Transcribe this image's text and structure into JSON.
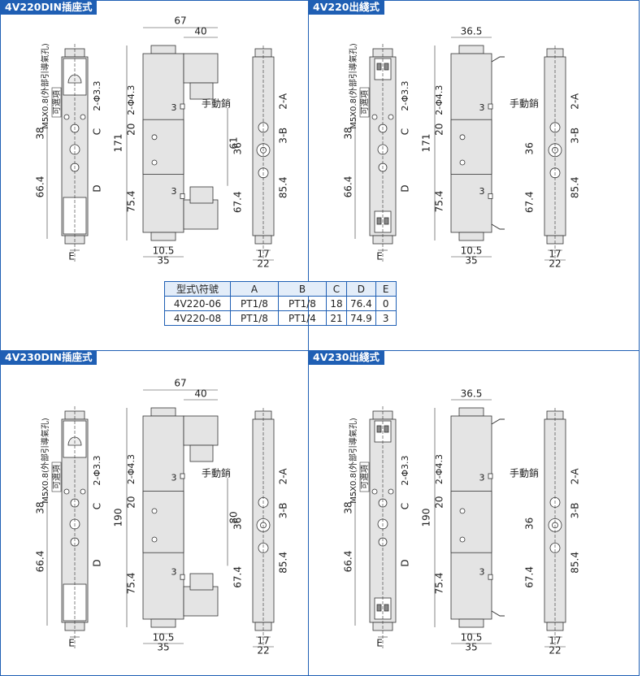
{
  "panels": [
    {
      "title": "4V220DIN插座式",
      "kind": "din",
      "side_note": "M5X0.8(外部引導氣孔)",
      "opt": "可選項",
      "dims": {
        "w": "67",
        "w2": "40",
        "h": "171",
        "mid": "61",
        "p38": "38",
        "p664": "66.4",
        "p754": "75.4",
        "p20": "20",
        "p36": "36",
        "p674": "67.4",
        "p854": "85.4",
        "b105": "10.5",
        "b35": "35",
        "b17": "17",
        "b22": "22",
        "phi43": "2-Φ4.3",
        "phi33": "2-Φ3.3",
        "c": "C",
        "d": "D",
        "e": "E",
        "n3": "3",
        "b2a": "2-A",
        "b3b": "3-B"
      },
      "manual": "手動銷"
    },
    {
      "title": "4V220出綫式",
      "kind": "wire",
      "side_note": "M5X0.8(外部引導氣孔)",
      "opt": "可選項",
      "dims": {
        "w": "36.5",
        "h": "171",
        "p38": "38",
        "p664": "66.4",
        "p754": "75.4",
        "p20": "20",
        "p36": "36",
        "p674": "67.4",
        "p854": "85.4",
        "b105": "10.5",
        "b35": "35",
        "b17": "17",
        "b22": "22",
        "phi43": "2-Φ4.3",
        "phi33": "2-Φ3.3",
        "c": "C",
        "d": "D",
        "e": "E",
        "n3": "3",
        "b2a": "2-A",
        "b3b": "3-B"
      },
      "manual": "手動銷"
    },
    {
      "title": "4V230DIN插座式",
      "kind": "din",
      "side_note": "M5X0.8(外部引導氣孔)",
      "opt": "可選項",
      "dims": {
        "w": "67",
        "w2": "40",
        "h": "190",
        "mid": "80",
        "p38": "38",
        "p664": "66.4",
        "p754": "75.4",
        "p20": "20",
        "p36": "36",
        "p674": "67.4",
        "p854": "85.4",
        "b105": "10.5",
        "b35": "35",
        "b17": "17",
        "b22": "22",
        "phi43": "2-Φ4.3",
        "phi33": "2-Φ3.3",
        "c": "C",
        "d": "D",
        "e": "E",
        "n3": "3",
        "b2a": "2-A",
        "b3b": "3-B"
      },
      "manual": "手動銷"
    },
    {
      "title": "4V230出綫式",
      "kind": "wire",
      "side_note": "M5X0.8(外部引導氣孔)",
      "opt": "可選項",
      "dims": {
        "w": "36.5",
        "h": "190",
        "p38": "38",
        "p664": "66.4",
        "p754": "75.4",
        "p20": "20",
        "p36": "36",
        "p674": "67.4",
        "p854": "85.4",
        "b105": "10.5",
        "b35": "35",
        "b17": "17",
        "b22": "22",
        "phi43": "2-Φ4.3",
        "phi33": "2-Φ3.3",
        "c": "C",
        "d": "D",
        "e": "E",
        "n3": "3",
        "b2a": "2-A",
        "b3b": "3-B"
      },
      "manual": "手動銷"
    }
  ],
  "spec_table": {
    "header": [
      "型式\\符號",
      "A",
      "B",
      "C",
      "D",
      "E"
    ],
    "rows": [
      [
        "4V220-06",
        "PT1/8",
        "PT1/8",
        "18",
        "76.4",
        "0"
      ],
      [
        "4V220-08",
        "PT1/8",
        "PT1/4",
        "21",
        "74.9",
        "3"
      ]
    ]
  },
  "colors": {
    "accent": "#1f5fb4",
    "body": "#e4e4e4",
    "line": "#333333"
  }
}
